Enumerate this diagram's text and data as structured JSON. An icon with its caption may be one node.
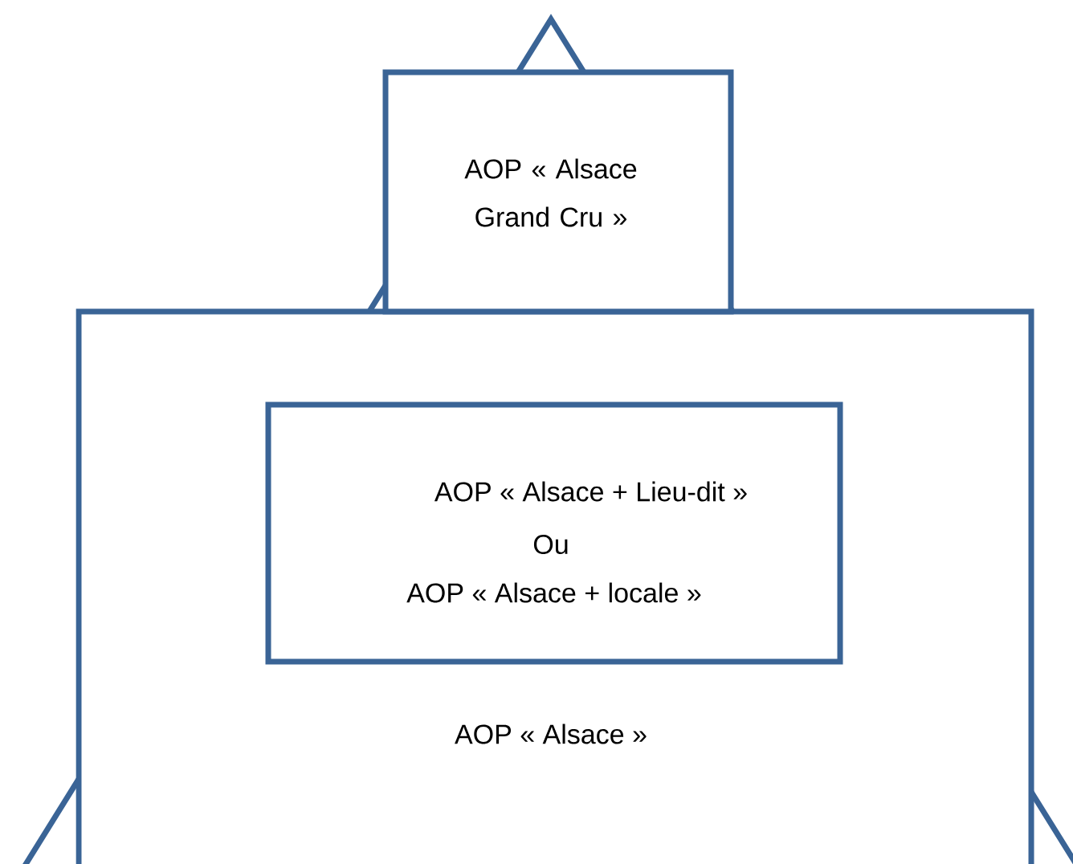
{
  "diagram": {
    "nodes": [
      {
        "text": [
          "AOP « Alsace Grand Cru »"
        ]
      },
      {
        "text": [
          "AOP « Alsace »"
        ]
      },
      {
        "text": [
          "AOP « Alsace + Lieu-dit »",
          "Ou",
          "AOP « Alsace + locale »"
        ],
        "in": 1
      }
    ]
  }
}
